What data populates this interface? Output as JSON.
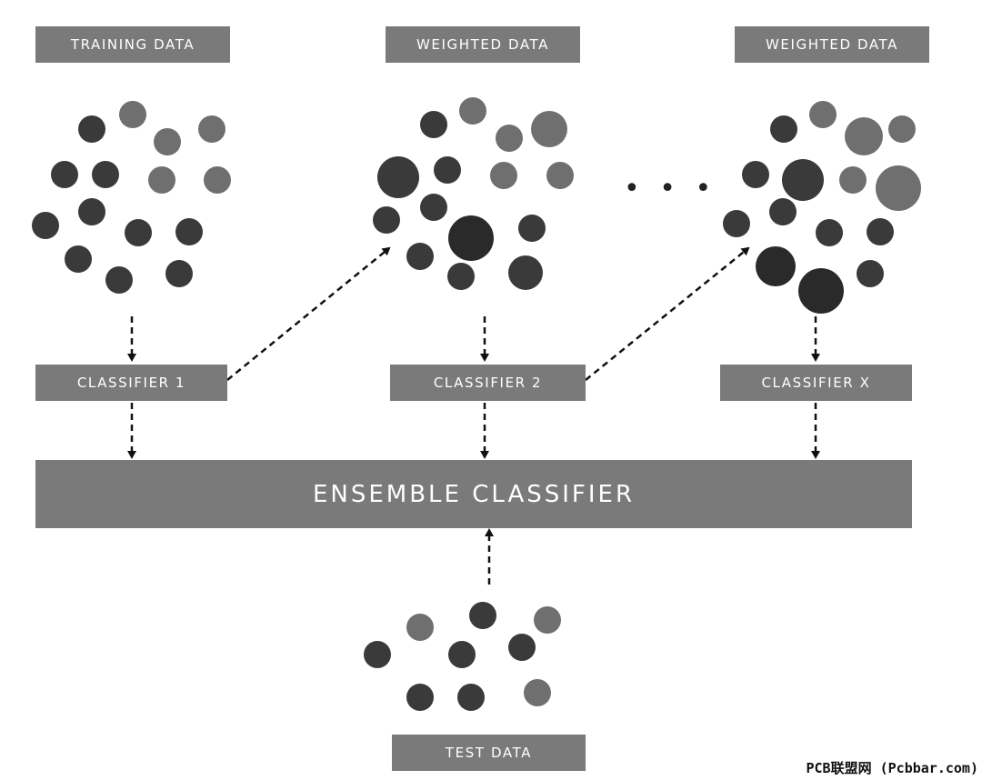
{
  "labels": {
    "training_data": "TRAINING DATA",
    "weighted_data_1": "WEIGHTED DATA",
    "weighted_data_2": "WEIGHTED DATA",
    "classifier_1": "CLASSIFIER 1",
    "classifier_2": "CLASSIFIER 2",
    "classifier_x": "CLASSIFIER X",
    "ensemble": "ENSEMBLE CLASSIFIER",
    "test_data": "TEST DATA",
    "ellipsis": "• • •"
  },
  "watermark": "PCB联盟网 (Pcbbar.com)",
  "colors": {
    "box": "#7a7a7a",
    "dark": "#3a3a3a",
    "mid": "#6f6f6f",
    "arrow": "#111111"
  }
}
